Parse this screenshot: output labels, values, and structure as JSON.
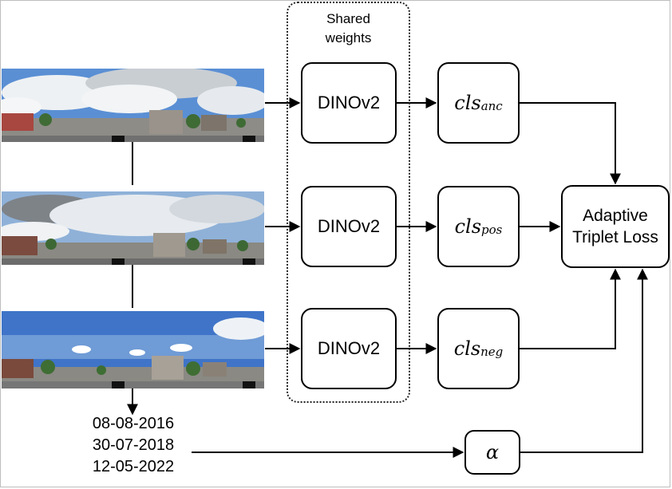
{
  "shared": {
    "line1": "Shared",
    "line2": "weights"
  },
  "encoders": [
    {
      "label": "DINOv2"
    },
    {
      "label": "DINOv2"
    },
    {
      "label": "DINOv2"
    }
  ],
  "embeddings": [
    {
      "base": "cls",
      "sub": "anc"
    },
    {
      "base": "cls",
      "sub": "pos"
    },
    {
      "base": "cls",
      "sub": "neg"
    }
  ],
  "loss": {
    "line1": "Adaptive",
    "line2": "Triplet Loss"
  },
  "alpha": {
    "symbol": "α"
  },
  "dates": [
    "08-08-2016",
    "30-07-2018",
    "12-05-2022"
  ],
  "colors": {
    "stroke": "#000000",
    "sky": "#5b8fd0",
    "cloud": "#e8ecef",
    "ground": "#8a8a86"
  }
}
